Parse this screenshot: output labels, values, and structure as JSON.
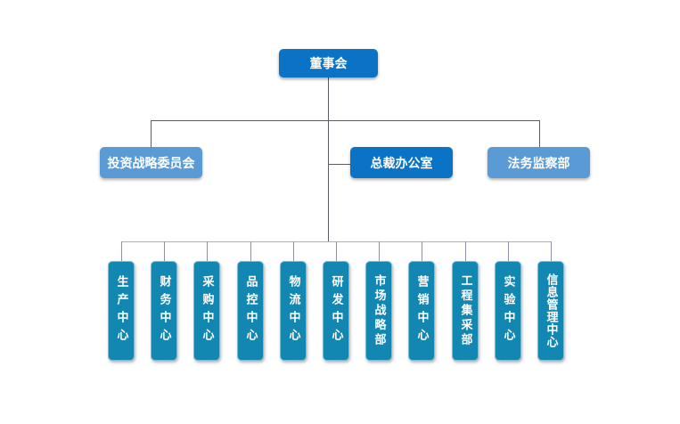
{
  "org": {
    "root": {
      "label": "董事会"
    },
    "level2": {
      "items": [
        {
          "label": "投资战略委员会"
        },
        {
          "label": "总裁办公室"
        },
        {
          "label": "法务监察部"
        }
      ]
    },
    "level3": {
      "items": [
        {
          "label": "生产中心"
        },
        {
          "label": "财务中心"
        },
        {
          "label": "采购中心"
        },
        {
          "label": "品控中心"
        },
        {
          "label": "物流中心"
        },
        {
          "label": "研发中心"
        },
        {
          "label": "市场战略部"
        },
        {
          "label": "营销中心"
        },
        {
          "label": "工程集采部"
        },
        {
          "label": "实验中心"
        },
        {
          "label": "信息管理中心"
        }
      ]
    },
    "colors": {
      "primary_blue": "#0b73c6",
      "light_blue": "#5b9bd5",
      "teal_blue": "#1187b2",
      "connector_dark": "#5a5c64",
      "connector_light": "#aeb2bf",
      "text": "#ffffff",
      "background": "#ffffff"
    }
  }
}
